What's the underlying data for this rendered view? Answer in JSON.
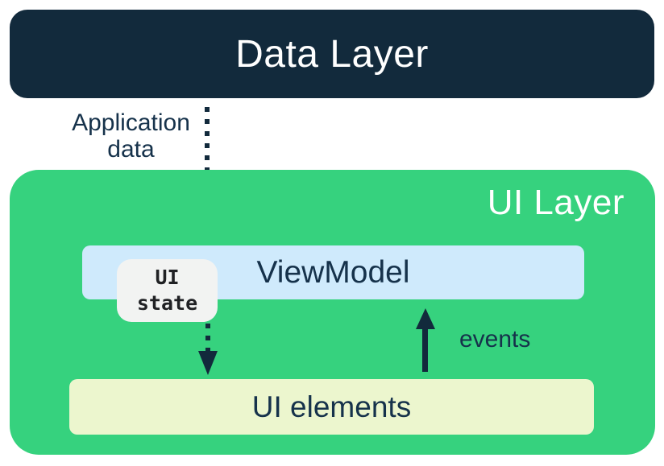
{
  "colors": {
    "navy": "#122A3C",
    "ink": "#16324B",
    "green": "#36D27E",
    "light_blue": "#CFEAFC",
    "cream": "#ECF6CE",
    "state_bg": "#F2F3F2",
    "state_text": "#202124",
    "white_text": "#FFFFFF"
  },
  "data_layer": {
    "label": "Data Layer"
  },
  "flows": {
    "application_data_label": "Application data",
    "events_label": "events"
  },
  "ui_layer": {
    "label": "UI Layer",
    "viewmodel": {
      "label": "ViewModel"
    },
    "ui_state": {
      "label": "UI state"
    },
    "ui_elements": {
      "label": "UI elements"
    }
  }
}
